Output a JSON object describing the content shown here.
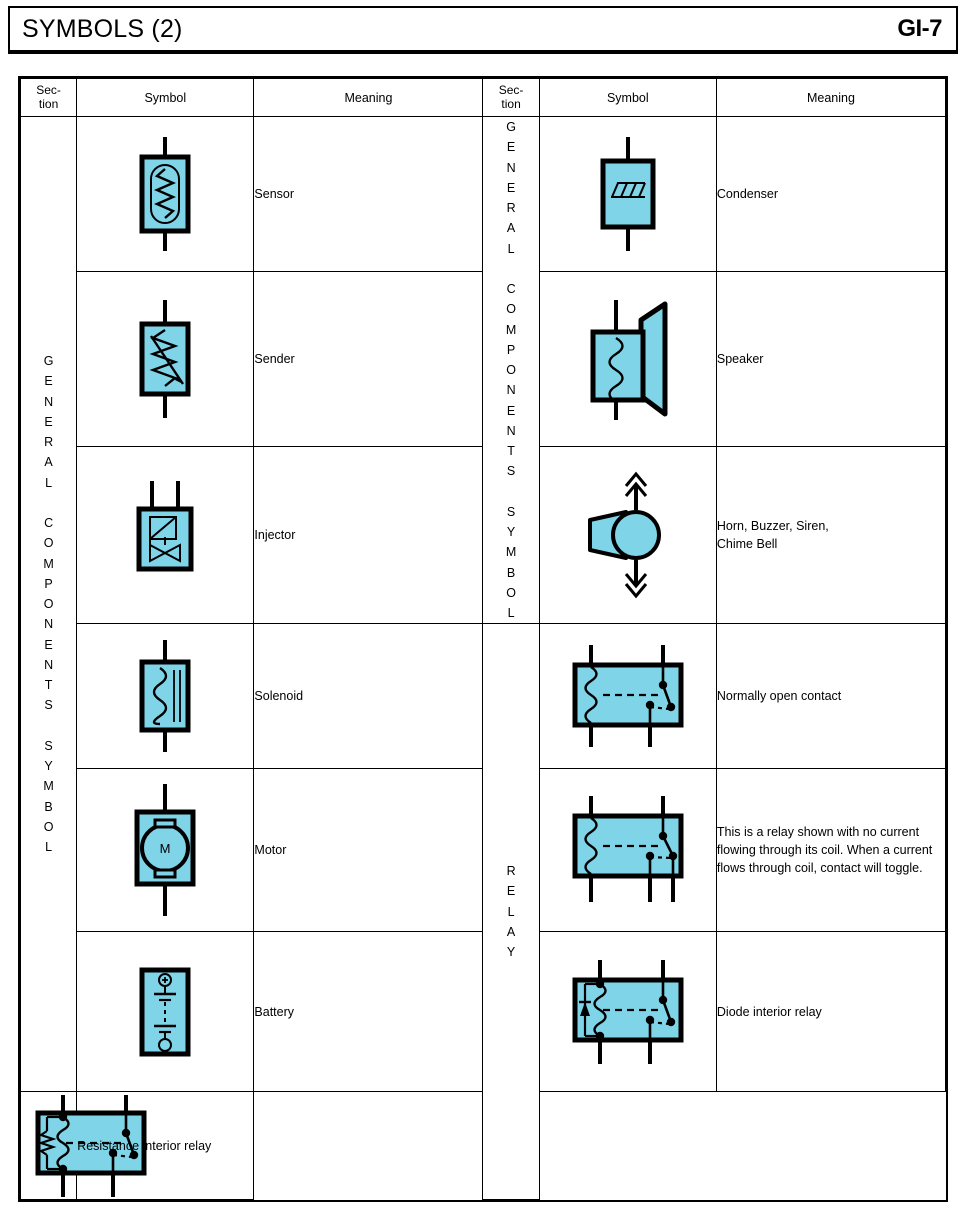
{
  "header": {
    "title": "SYMBOLS (2)",
    "page_marker": "GI-7"
  },
  "colors": {
    "symbol_fill": "#7FD4E8",
    "symbol_stroke": "#000000",
    "border": "#000000",
    "background": "#FFFFFF"
  },
  "table": {
    "columns": {
      "section": "Sec-\ntion",
      "symbol": "Symbol",
      "meaning": "Meaning"
    },
    "left": {
      "section_label": "G\nE\nN\nE\nR\nA\nL\n\nC\nO\nM\nP\nO\nN\nE\nN\nT\nS\n\nS\nY\nM\nB\nO\nL",
      "rows": [
        {
          "symbol": "sensor-symbol",
          "meaning": "Sensor"
        },
        {
          "symbol": "sender-symbol",
          "meaning": "Sender"
        },
        {
          "symbol": "injector-symbol",
          "meaning": "Injector"
        },
        {
          "symbol": "solenoid-symbol",
          "meaning": "Solenoid"
        },
        {
          "symbol": "motor-symbol",
          "meaning": "Motor"
        },
        {
          "symbol": "battery-symbol",
          "meaning": "Battery"
        }
      ]
    },
    "right": {
      "section_label_top": "G\nE\nN\nE\nR\nA\nL\n\nC\nO\nM\nP\nO\nN\nE\nN\nT\nS\n\nS\nY\nM\nB\nO\nL",
      "section_label_bottom": "R\nE\nL\nA\nY",
      "rows_top": [
        {
          "symbol": "condenser-symbol",
          "meaning": "Condenser"
        },
        {
          "symbol": "speaker-symbol",
          "meaning": "Speaker"
        },
        {
          "symbol": "horn-symbol",
          "meaning": "Horn, Buzzer, Siren,\nChime Bell"
        }
      ],
      "rows_bottom": [
        {
          "symbol": "relay-normally-open-symbol",
          "meaning": "Normally open contact"
        },
        {
          "symbol": "relay-changeover-symbol",
          "meaning": "This is a relay shown with no current flowing through its coil. When a current flows through coil, contact will toggle."
        },
        {
          "symbol": "relay-diode-symbol",
          "meaning": "Diode interior relay"
        },
        {
          "symbol": "relay-resistance-symbol",
          "meaning": "Resistance interior relay"
        }
      ]
    }
  },
  "motor_label": "M",
  "battery_polarity": "+"
}
